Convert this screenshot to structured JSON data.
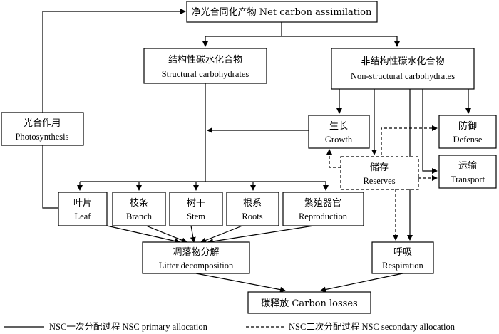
{
  "nodes": {
    "net_carbon": "净光合同化产物 Net carbon assimilation",
    "structural_zh": "结构性碳水化合物",
    "structural_en": "Structural carbohydrates",
    "nonstructural_zh": "非结构性碳水化合物",
    "nonstructural_en": "Non-structural carbohydrates",
    "photosynthesis_zh": "光合作用",
    "photosynthesis_en": "Photosynthesis",
    "growth_zh": "生长",
    "growth_en": "Growth",
    "defense_zh": "防御",
    "defense_en": "Defense",
    "reserves_zh": "储存",
    "reserves_en": "Reserves",
    "transport_zh": "运输",
    "transport_en": "Transport",
    "leaf_zh": "叶片",
    "leaf_en": "Leaf",
    "branch_zh": "枝条",
    "branch_en": "Branch",
    "stem_zh": "树干",
    "stem_en": "Stem",
    "roots_zh": "根系",
    "roots_en": "Roots",
    "reproduction_zh": "繁殖器官",
    "reproduction_en": "Reproduction",
    "litter_zh": "凋落物分解",
    "litter_en": "Litter decomposition",
    "respiration_zh": "呼吸",
    "respiration_en": "Respiration",
    "carbon_losses": "碳释放 Carbon losses"
  },
  "legend": {
    "primary": "NSC一次分配过程 NSC primary allocation",
    "secondary": "NSC二次分配过程 NSC secondary allocation"
  }
}
